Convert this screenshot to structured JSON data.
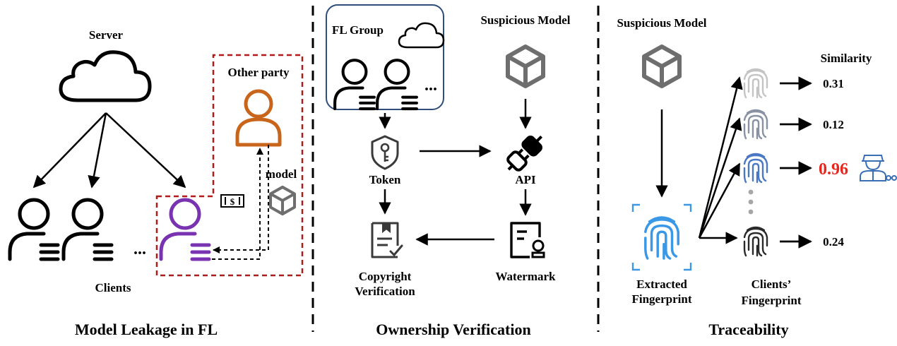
{
  "panels": {
    "leakage": {
      "server_label": "Server",
      "other_party_label": "Other party",
      "model_label": "model",
      "money_label": "$",
      "ellipsis": "...",
      "clients_label": "Clients",
      "caption": "Model Leakage in FL"
    },
    "ownership": {
      "group_label": "FL Group",
      "group_ellipsis": "...",
      "suspicious_label": "Suspicious Model",
      "token_label": "Token",
      "api_label": "API",
      "copyright_label_1": "Copyright",
      "copyright_label_2": "Verification",
      "watermark_label": "Watermark",
      "caption": "Ownership Verification"
    },
    "traceability": {
      "suspicious_label": "Suspicious Model",
      "similarity_header": "Similarity",
      "similarities": [
        "0.31",
        "0.12",
        "0.96",
        "0.24"
      ],
      "extracted_label_1": "Extracted",
      "extracted_label_2": "Fingerprint",
      "clients_label_1": "Clients’",
      "clients_label_2": "Fingerprint",
      "caption": "Traceability"
    }
  },
  "colors": {
    "dashed_box": "#b01c1c",
    "other_party": "#c8651b",
    "leaked_client": "#7a33b0",
    "group_box_border": "#2f4d7a",
    "highlight_similarity": "#e8261d",
    "extracted_fingerprint": "#3a98e6",
    "gray_icon": "#6e6e6e",
    "fp_colors": [
      "#c4c4c4",
      "#8892a3",
      "#4a78c4",
      "#2a2a2a"
    ]
  },
  "icons": [
    "cloud-icon",
    "user-icon",
    "cube-icon",
    "shield-key-icon",
    "plug-icon",
    "document-icon",
    "watermark-icon",
    "fingerprint-icon",
    "police-icon",
    "money-icon"
  ]
}
